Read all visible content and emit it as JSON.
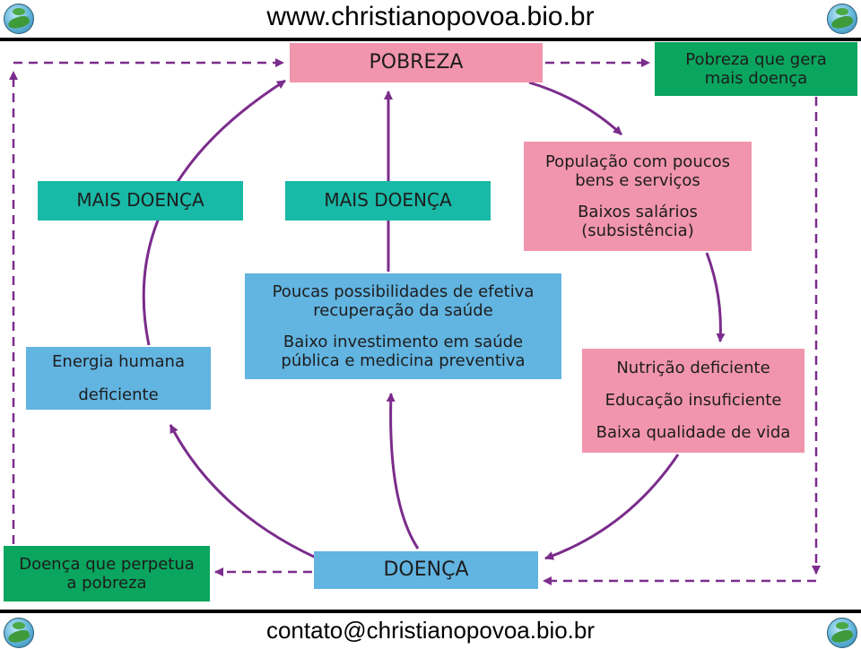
{
  "header": {
    "url": "www.christianopovoa.bio.br"
  },
  "footer": {
    "contact": "contato@christianopovoa.bio.br"
  },
  "colors": {
    "pink": "#f195ad",
    "teal": "#19b9a7",
    "blue": "#62b4e1",
    "green": "#0aa55e",
    "arrow": "#7b2c8c"
  },
  "icons": [
    "globe-icon"
  ],
  "nodes": {
    "pobreza": "POBREZA",
    "pobreza_gera": [
      "Pobreza que gera",
      "mais doença"
    ],
    "populacao": [
      "População com poucos",
      "bens e serviços",
      "Baixos salários",
      "(subsistência)"
    ],
    "nutricao": [
      "Nutrição deficiente",
      "Educação insuficiente",
      "Baixa qualidade de vida"
    ],
    "doenca": "DOENÇA",
    "doenca_perpetua": [
      "Doença que perpetua",
      "a pobreza"
    ],
    "mais_doenca_left": "MAIS DOENÇA",
    "mais_doenca_center": "MAIS DOENÇA",
    "poucas": [
      "Poucas possibilidades de efetiva",
      "recuperação da saúde",
      "Baixo investimento em saúde",
      "pública e medicina preventiva"
    ],
    "energia": [
      "Energia humana",
      "deficiente"
    ]
  }
}
